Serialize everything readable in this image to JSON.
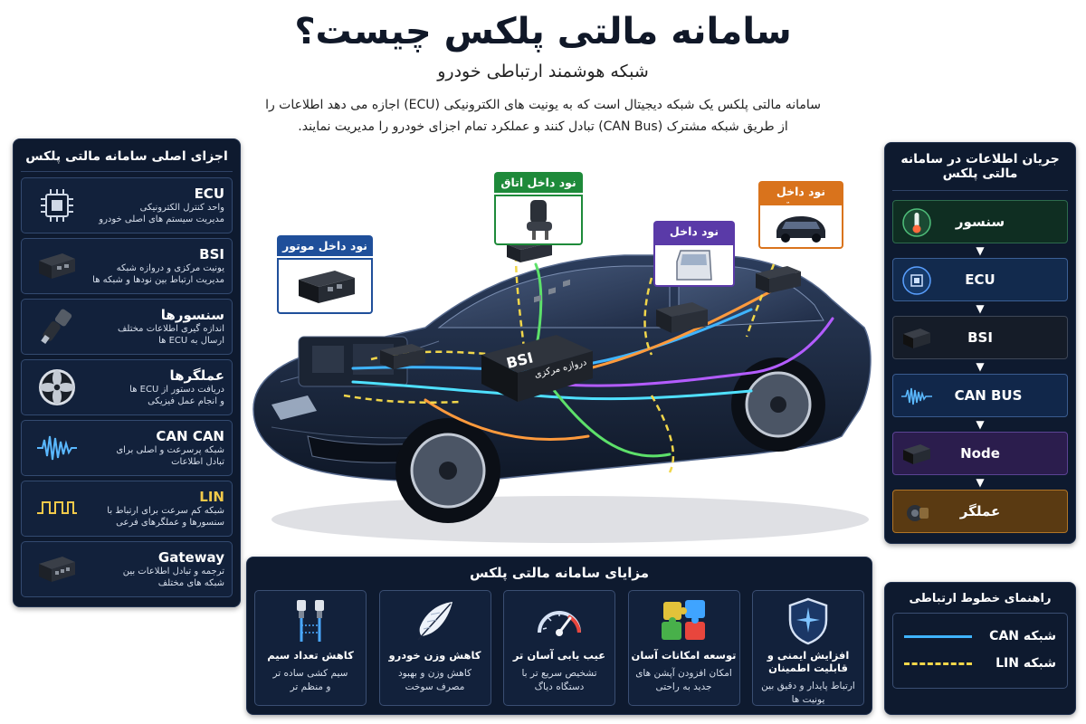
{
  "header": {
    "title": "سامانه مالتی پلکس چیست؟",
    "subtitle": "شبکه هوشمند ارتباطی خودرو",
    "intro": "سامانه مالتی پلکس یک شبکه دیجیتال است که به یونیت های الکترونیکی (ECU) اجازه می دهد اطلاعات را از طریق شبکه مشترک (CAN Bus) تبادل کنند و عملکرد تمام اجزای خودرو را مدیریت نمایند."
  },
  "components": {
    "title": "اجزای اصلی سامانه مالتی پلکس",
    "items": [
      {
        "name": "ECU",
        "desc1": "واحد کنترل الکترونیکی",
        "desc2": "مدیریت سیستم های اصلی خودرو",
        "icon": "chip-icon"
      },
      {
        "name": "BSI",
        "desc1": "یونیت مرکزی و دروازه شبکه",
        "desc2": "مدیریت ارتباط بین نودها و شبکه ها",
        "icon": "module-icon"
      },
      {
        "name": "سنسورها",
        "desc1": "اندازه گیری اطلاعات مختلف",
        "desc2": "ارسال به ECU ها",
        "icon": "sensor-icon"
      },
      {
        "name": "عملگرها",
        "desc1": "دریافت دستور از ECU ها",
        "desc2": "و انجام عمل فیزیکی",
        "icon": "fan-icon"
      },
      {
        "name": "CAN CAN",
        "desc1": "شبکه پرسرعت و اصلی برای",
        "desc2": "تبادل اطلاعات",
        "icon": "can-wave-icon"
      },
      {
        "name": "LIN",
        "desc1": "شبکه کم سرعت برای ارتباط با",
        "desc2": "سنسورها و عملگرهای فرعی",
        "icon": "lin-wave-icon"
      },
      {
        "name": "Gateway",
        "desc1": "ترجمه و تبادل اطلاعات بین",
        "desc2": "شبکه های مختلف",
        "icon": "gateway-icon"
      }
    ]
  },
  "flow": {
    "title": "جریان اطلاعات در سامانه مالتی پلکس",
    "steps": [
      {
        "label": "سنسور",
        "icon": "thermometer-icon",
        "bg": "#0f2e22",
        "border": "#2d6b4d"
      },
      {
        "label": "ECU",
        "icon": "chip-icon",
        "bg": "#122a4d",
        "border": "#3b5f95"
      },
      {
        "label": "BSI",
        "icon": "module-icon",
        "bg": "#151c28",
        "border": "#3d4657"
      },
      {
        "label": "CAN BUS",
        "icon": "can-wave-icon",
        "bg": "#11274a",
        "border": "#3a5b8f"
      },
      {
        "label": "Node",
        "icon": "node-icon",
        "bg": "#2b1d4d",
        "border": "#5b4393"
      },
      {
        "label": "عملگر",
        "icon": "actuator-icon",
        "bg": "#5a3a12",
        "border": "#b07426"
      }
    ]
  },
  "benefits": {
    "title": "مزایای سامانه مالتی پلکس",
    "items": [
      {
        "title": "افزایش ایمنی و قابلیت اطمینان",
        "desc1": "ارتباط پایدار و دقیق بین",
        "desc2": "یونیت ها",
        "icon": "shield-icon"
      },
      {
        "title": "توسعه امکانات آسان",
        "desc1": "امکان افزودن آپشن های",
        "desc2": "جدید به راحتی",
        "icon": "puzzle-icon"
      },
      {
        "title": "عیب یابی آسان تر",
        "desc1": "تشخیص سریع تر با",
        "desc2": "دستگاه دیاگ",
        "icon": "gauge-icon"
      },
      {
        "title": "کاهش وزن خودرو",
        "desc1": "کاهش وزن و بهبود",
        "desc2": "مصرف سوخت",
        "icon": "feather-icon"
      },
      {
        "title": "کاهش تعداد سیم",
        "desc1": "سیم کشی ساده تر",
        "desc2": "و منظم تر",
        "icon": "cable-icon"
      }
    ]
  },
  "legend": {
    "title": "راهنمای خطوط ارتباطی",
    "rows": [
      {
        "label": "شبکه  CAN",
        "color": "#3fb4ff",
        "style": "solid"
      },
      {
        "label": "شبکه  LIN",
        "color": "#f1d64a",
        "style": "dashed"
      }
    ]
  },
  "car": {
    "bsi_label": "BSI",
    "bsi_sub": "دروازه مرکزی",
    "nodes": [
      {
        "label": "نود داخل موتور",
        "color": "#1f4f9a"
      },
      {
        "label": "نود داخل اتاق",
        "color": "#1e8a3a"
      },
      {
        "label": "نود داخل درب",
        "color": "#5a3aa8"
      },
      {
        "label": "نود داخل صندوق",
        "color": "#d9731c"
      }
    ]
  }
}
